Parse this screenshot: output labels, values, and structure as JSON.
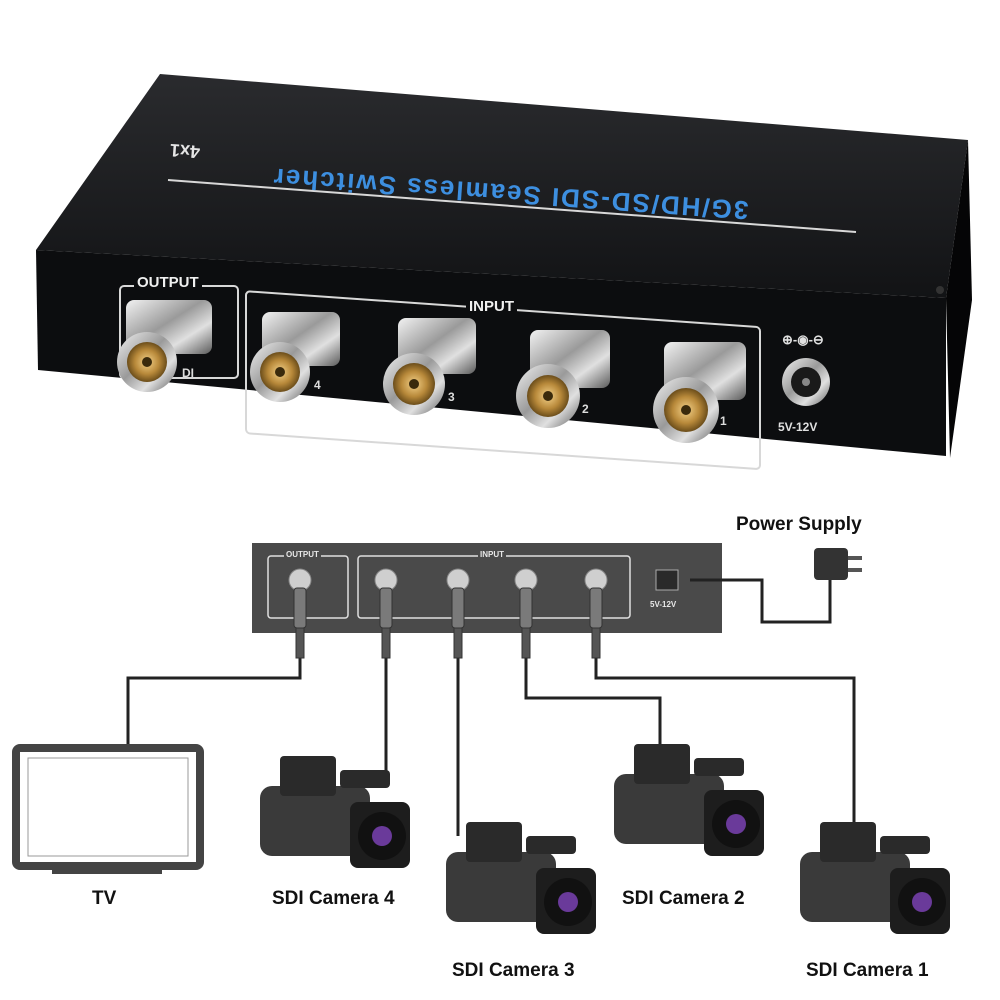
{
  "product": {
    "model_label": "4x1",
    "title_label": "3G/HD/SD-SDI Seamless Switcher",
    "output_label": "OUTPUT",
    "input_label": "INPUT",
    "power_label": "5V-12V",
    "polarity_symbol": "⊕-◉-⊖",
    "port_labels": [
      "DI",
      "4",
      "3",
      "2",
      "1"
    ]
  },
  "diagram": {
    "output_label": "OUTPUT",
    "input_label": "INPUT",
    "power_label": "5V-12V",
    "power_supply_label": "Power Supply",
    "devices": {
      "tv": "TV",
      "camera4": "SDI Camera 4",
      "camera3": "SDI Camera 3",
      "camera2": "SDI Camera 2",
      "camera1": "SDI Camera 1"
    }
  },
  "colors": {
    "device_body": "#111214",
    "title_text": "#3d8fe0",
    "panel_gray": "#4a4a4a",
    "cable": "#222222"
  }
}
